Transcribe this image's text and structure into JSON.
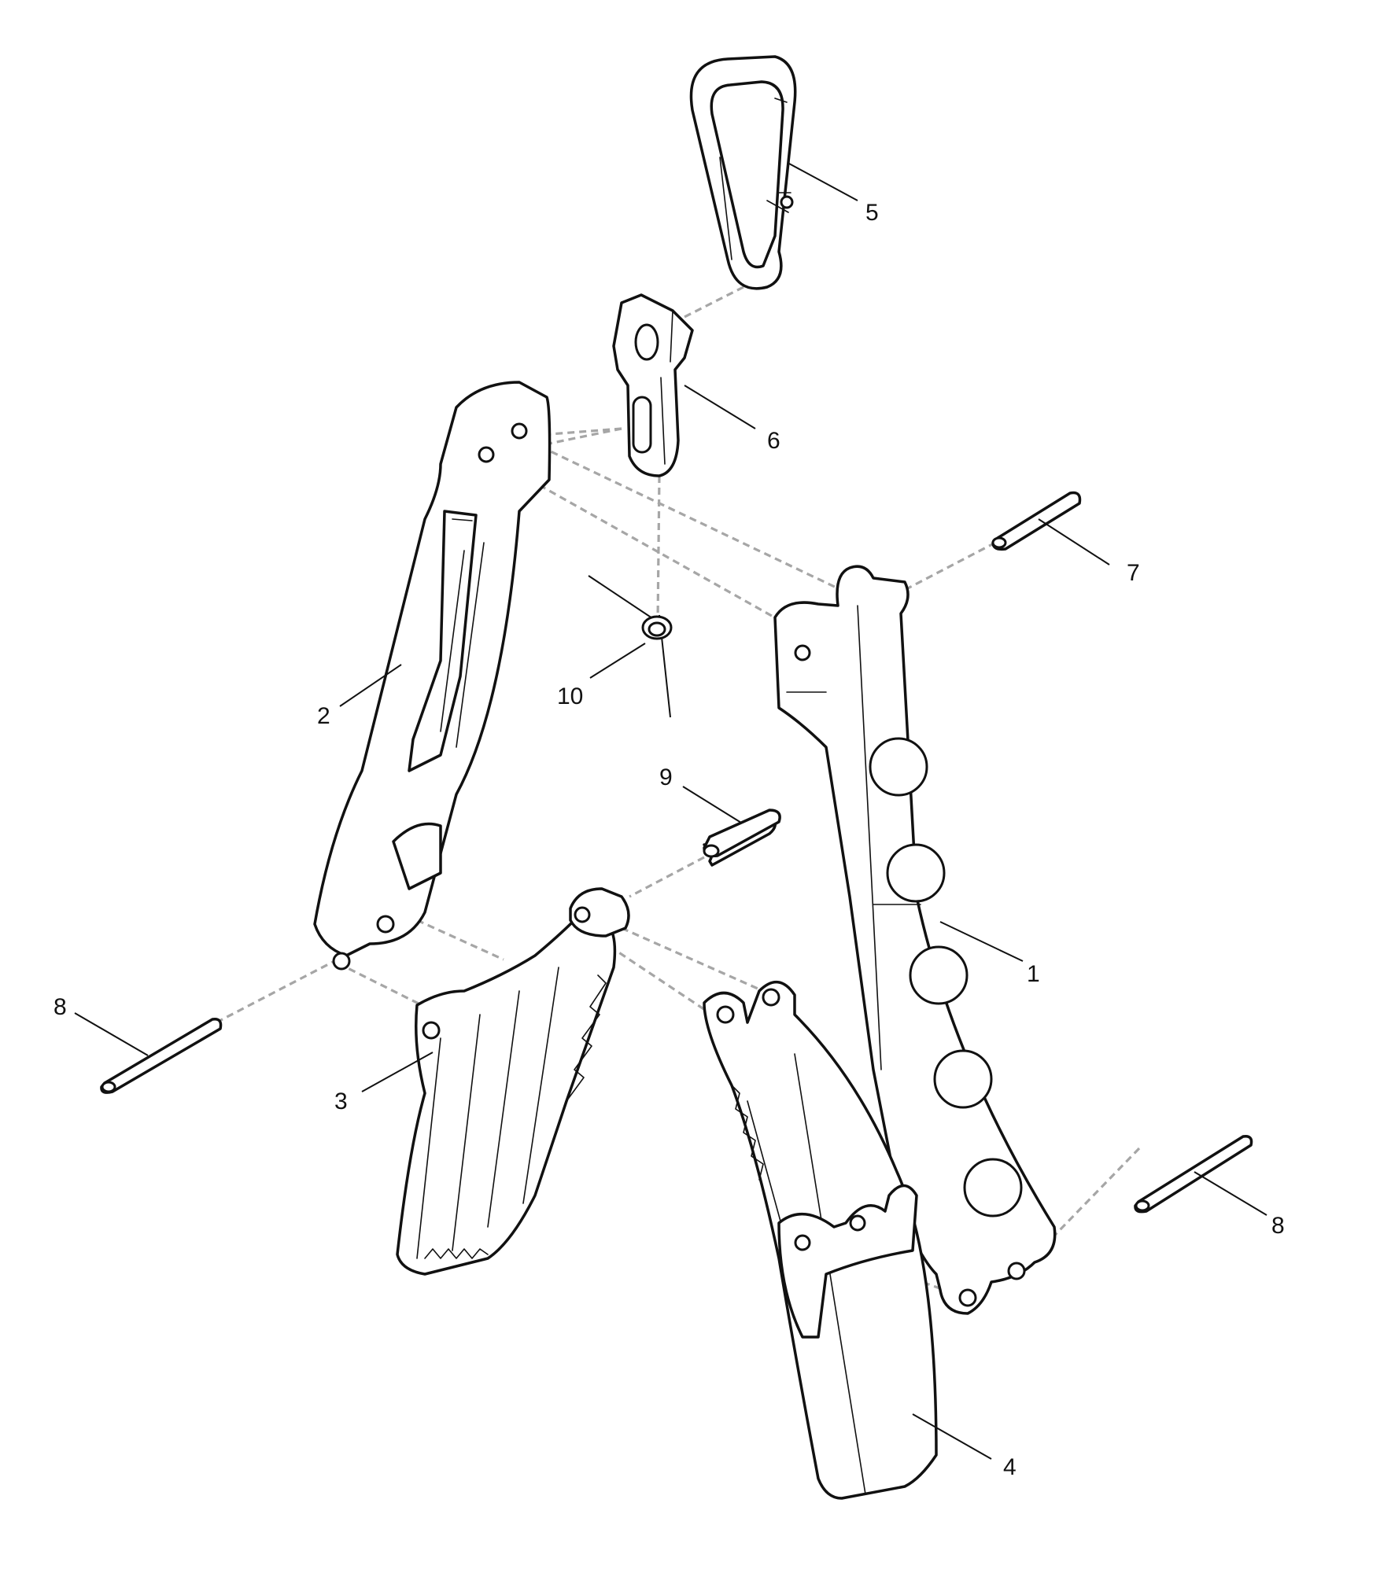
{
  "diagram": {
    "callouts": {
      "part1": "1",
      "part2": "2",
      "part3": "3",
      "part4": "4",
      "part5": "5",
      "part6": "6",
      "part7": "7",
      "part8_left": "8",
      "part8_right": "8",
      "part9": "9",
      "part10": "10"
    },
    "colors": {
      "line": "#111111",
      "assembly_dash": "#a6a6a6",
      "background": "#ffffff"
    }
  }
}
